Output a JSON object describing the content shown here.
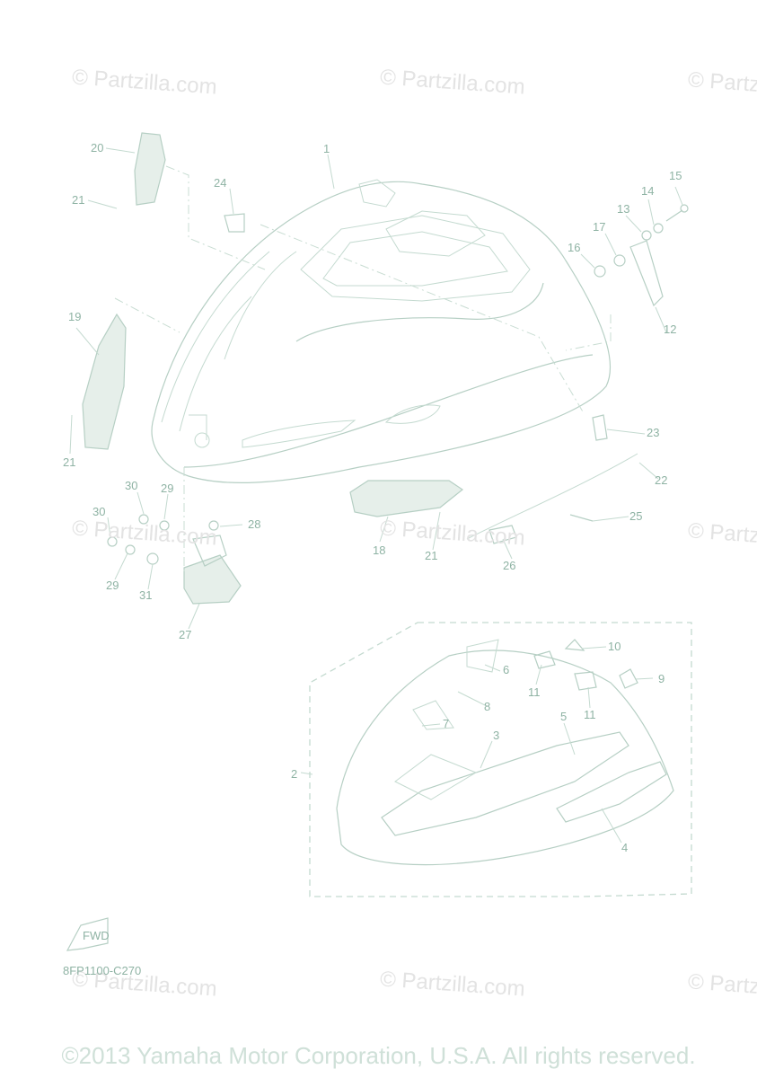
{
  "watermarks": [
    "© Partzilla.com",
    "© Partzilla.com",
    "© Partzilla.com",
    "© Partzilla.com",
    "© Partzilla.com",
    "© Partzilla.com",
    "© Partzilla.com",
    "© Partzilla.com",
    "© Partzilla.com"
  ],
  "callouts": [
    "1",
    "2",
    "3",
    "4",
    "5",
    "6",
    "7",
    "8",
    "9",
    "10",
    "11",
    "11",
    "12",
    "13",
    "14",
    "15",
    "16",
    "17",
    "18",
    "19",
    "20",
    "21",
    "21",
    "21",
    "22",
    "23",
    "24",
    "25",
    "26",
    "27",
    "28",
    "29",
    "29",
    "30",
    "30",
    "31"
  ],
  "diagram_code": "8FP1100-C270",
  "copyright": "©2013 Yamaha Motor Corporation, U.S.A. All rights reserved."
}
